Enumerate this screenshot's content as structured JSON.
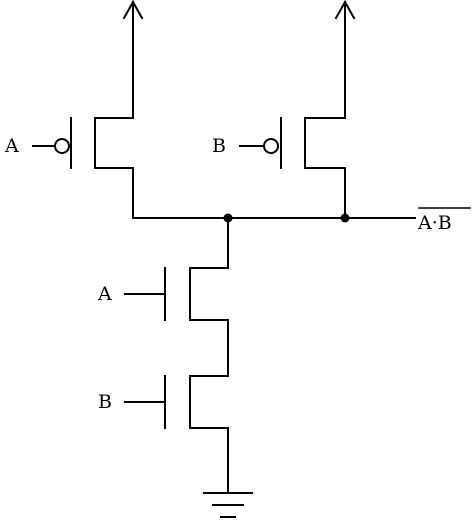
{
  "labels": {
    "pmos_a_input": "A",
    "pmos_b_input": "B",
    "nmos_a_input": "A",
    "nmos_b_input": "B",
    "output": "A·B"
  }
}
